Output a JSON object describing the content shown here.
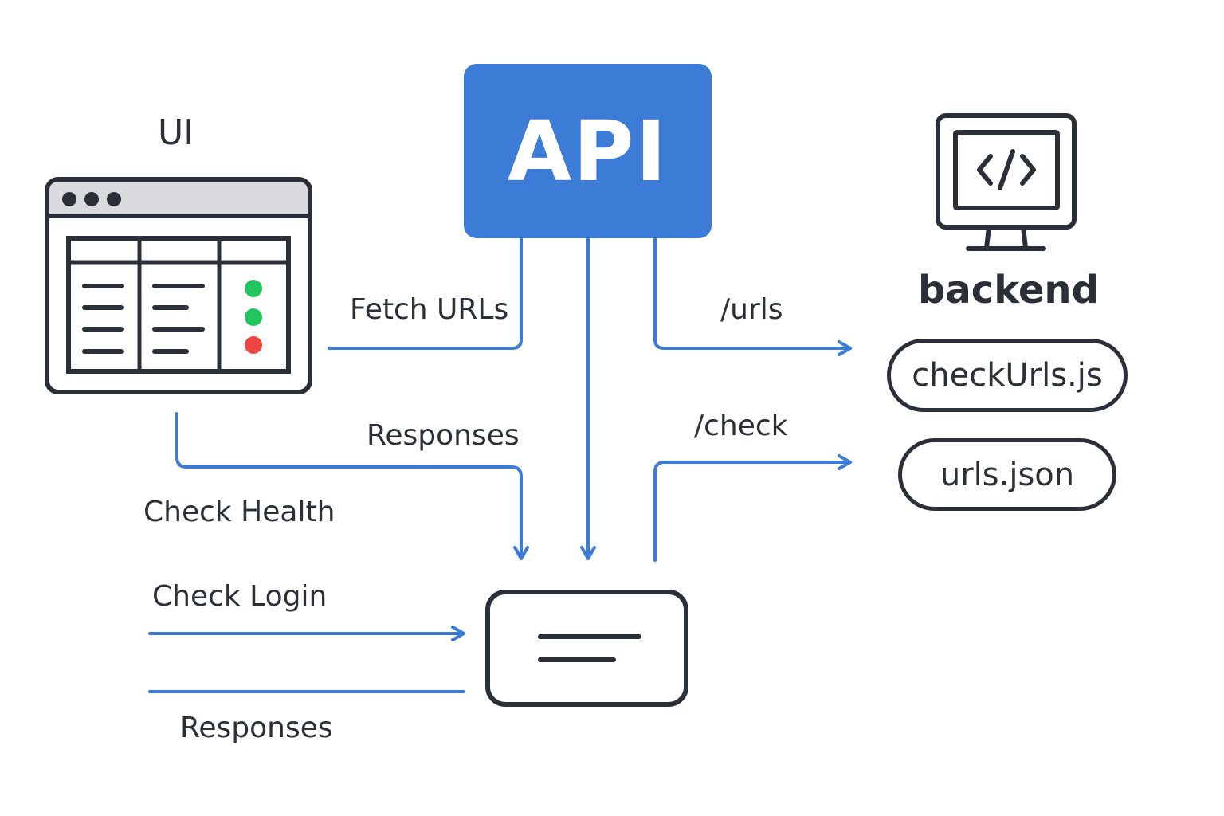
{
  "ui": {
    "title": "UI",
    "status_colors": [
      "#22c55e",
      "#22c55e",
      "#ef4444"
    ]
  },
  "api": {
    "label": "API",
    "color": "#3d7cd6"
  },
  "backend": {
    "title": "backend",
    "files": [
      "checkUrls.js",
      "urls.json"
    ]
  },
  "edges": {
    "fetch_urls": "Fetch URLs",
    "urls_route": "/urls",
    "responses_top": "Responses",
    "check_route": "/check",
    "check_health": "Check Health",
    "check_login": "Check Login",
    "responses_bottom": "Responses"
  },
  "colors": {
    "arrow": "#3d7cd6",
    "stroke": "#2b3038"
  }
}
